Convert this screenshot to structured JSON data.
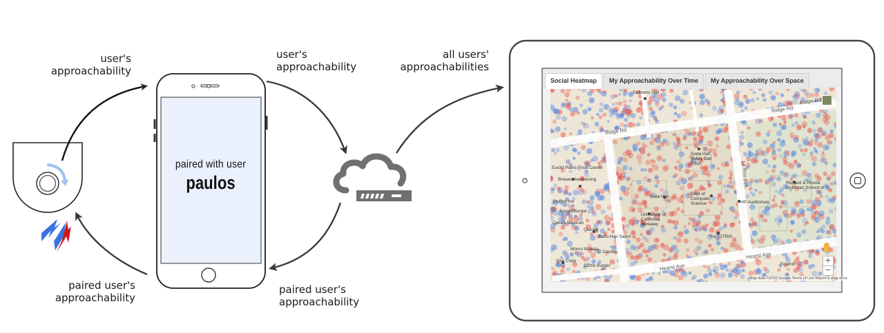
{
  "labels": {
    "device_to_phone": [
      "user's",
      "approachability"
    ],
    "phone_to_cloud": [
      "user's",
      "approachability"
    ],
    "cloud_to_tablet": [
      "all users'",
      "approachabilities"
    ],
    "phone_to_device": [
      "paired user's",
      "approachability"
    ],
    "cloud_to_phone": [
      "paired user's",
      "approachability"
    ]
  },
  "phone": {
    "line1": "paired with user",
    "line2": "paulos"
  },
  "tablet": {
    "tabs": [
      "Social Heatmap",
      "My Approachability Over Time",
      "My Approachability Over Space"
    ],
    "active_tab": 0,
    "roads": [
      "Ridge Rd",
      "Ridge Rd",
      "Ridge Rd",
      "Le Roy Ave",
      "Hearst Ave",
      "Hearst Ave"
    ],
    "places": [
      "Soda Hall Volley Ball Court",
      "Soda Hall",
      "Dept of Computer Science",
      "HP Auditorium",
      "University of California Berkeley",
      "The CITRIS",
      "Richard & Rhoda Goldman School of",
      "Brewed Awakening",
      "Euclid Paths Food Center",
      "Stuffed Inn",
      "Bongo Burger",
      "Celia's Mexican",
      "Quickly",
      "Momo Masala",
      "T C Garden",
      "Saffu Hair Salon",
      "Vick Copy",
      "Sizzle Burger",
      "Stebbins Hall",
      "Foothill"
    ],
    "footer": "Map data ©2015 Google   Terms of Use   Report a map error",
    "zoom_in": "+",
    "zoom_out": "−"
  },
  "colors": {
    "heat_red": "#e8504a",
    "heat_blue": "#4a7fe0",
    "signal_blue": "#3a73e0",
    "signal_red": "#d0171a",
    "cloud_gray": "#707070",
    "screen_fill": "#eaf1fd",
    "arrow": "#333333"
  }
}
